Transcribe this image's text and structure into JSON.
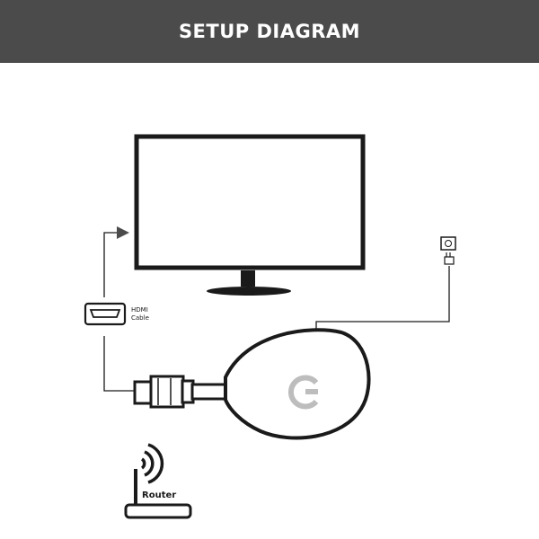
{
  "header": {
    "title": "SETUP DIAGRAM"
  },
  "labels": {
    "hdmi_line1": "HDMI",
    "hdmi_line2": "Cable",
    "router": "Router"
  },
  "colors": {
    "header_bg": "#4b4b4b",
    "header_text": "#ffffff",
    "line": "#1a1a1a",
    "dongle_logo": "#bdbdbd"
  },
  "icons": {
    "tv": "tv-monitor-icon",
    "hdmi": "hdmi-port-icon",
    "dongle": "wireless-display-dongle-icon",
    "logo": "g-logo-icon",
    "power": "power-outlet-icon",
    "wifi": "wifi-signal-icon",
    "router": "router-icon"
  }
}
